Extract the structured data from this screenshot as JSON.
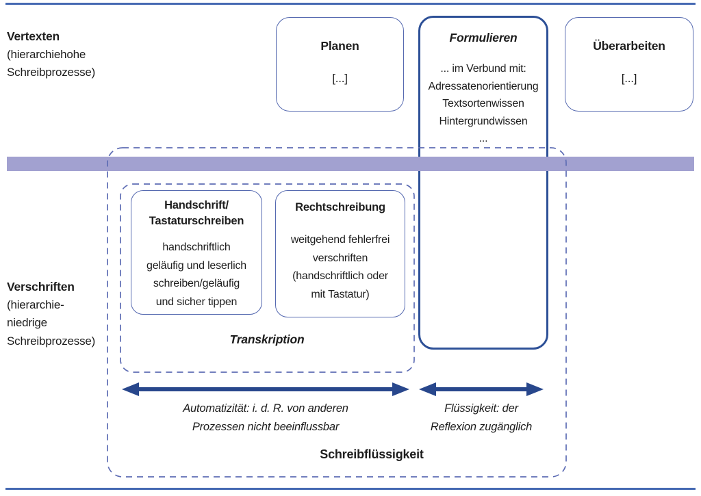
{
  "palette": {
    "rule": "#4569b2",
    "band": "#a2a1d0",
    "border_light": "#5569b0",
    "border_dark": "#2d5097",
    "dashed": "#5d6cb4",
    "arrow": "#28478c",
    "text": "#1d1d1d"
  },
  "side_labels": {
    "vertexten": {
      "title": "Vertexten",
      "lines": [
        "(hierarchiehohe",
        "Schreibprozesse)"
      ]
    },
    "verschriften": {
      "title": "Verschriften",
      "lines": [
        "(hierarchie-",
        "niedrige",
        "Schreibprozesse)"
      ]
    }
  },
  "top_row": {
    "planen": {
      "title": "Planen",
      "body": "[...]"
    },
    "formulieren": {
      "title": "Formulieren",
      "lines": [
        "... im Verbund mit:",
        "Adressatenorientierung",
        "Textsortenwissen",
        "Hintergrundwissen",
        "..."
      ]
    },
    "ueberarbeiten": {
      "title": "Überarbeiten",
      "body": "[...]"
    }
  },
  "transcription_group": {
    "handschrift": {
      "title_lines": [
        "Handschrift/",
        "Tastaturschreiben"
      ],
      "body_lines": [
        "handschriftlich",
        "geläufig und leserlich",
        "schreiben/geläufig",
        "und sicher tippen"
      ]
    },
    "rechtschreibung": {
      "title": "Rechtschreibung",
      "body_lines": [
        "weitgehend fehlerfrei",
        "verschriften",
        "(handschriftlich oder",
        "mit Tastatur)"
      ]
    },
    "label": "Transkription"
  },
  "arrow_captions": {
    "automatizitaet": {
      "lines": [
        "Automatizität: i. d. R. von anderen",
        "Prozessen nicht beeinflussbar"
      ]
    },
    "fluessigkeit": {
      "lines": [
        "Flüssigkeit: der",
        "Reflexion zugänglich"
      ]
    }
  },
  "footer_label": "Schreibflüssigkeit"
}
